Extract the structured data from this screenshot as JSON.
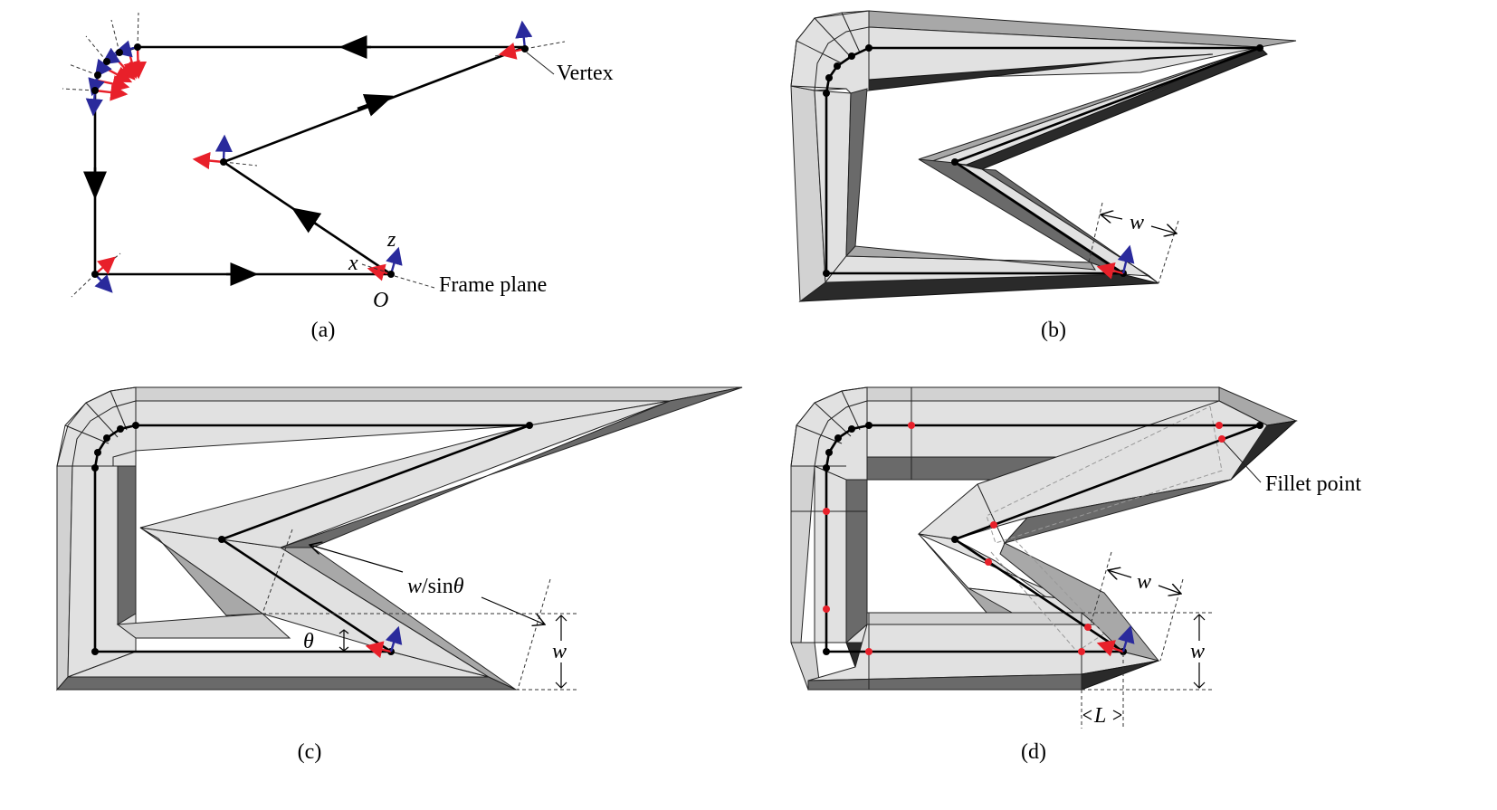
{
  "figure": {
    "panels": [
      {
        "id": "a",
        "caption": "(a)",
        "labels": {
          "vertex": "Vertex",
          "frame_plane": "Frame plane",
          "origin": "O",
          "x_axis": "x",
          "z_axis": "z"
        }
      },
      {
        "id": "b",
        "caption": "(b)",
        "labels": {
          "width": "w"
        }
      },
      {
        "id": "c",
        "caption": "(c)",
        "labels": {
          "miter_width": "w/sinθ",
          "angle": "θ",
          "width": "w"
        }
      },
      {
        "id": "d",
        "caption": "(d)",
        "labels": {
          "fillet_point": "Fillet point",
          "width_diag": "w",
          "width": "w",
          "length": "L"
        }
      }
    ],
    "colors": {
      "path": "#000000",
      "x_vector": "#e8202a",
      "z_vector": "#2a2a9c",
      "fillet_point": "#e8202a",
      "face_light": "#e1e1e1",
      "face_dark": "#6a6a6a"
    }
  }
}
